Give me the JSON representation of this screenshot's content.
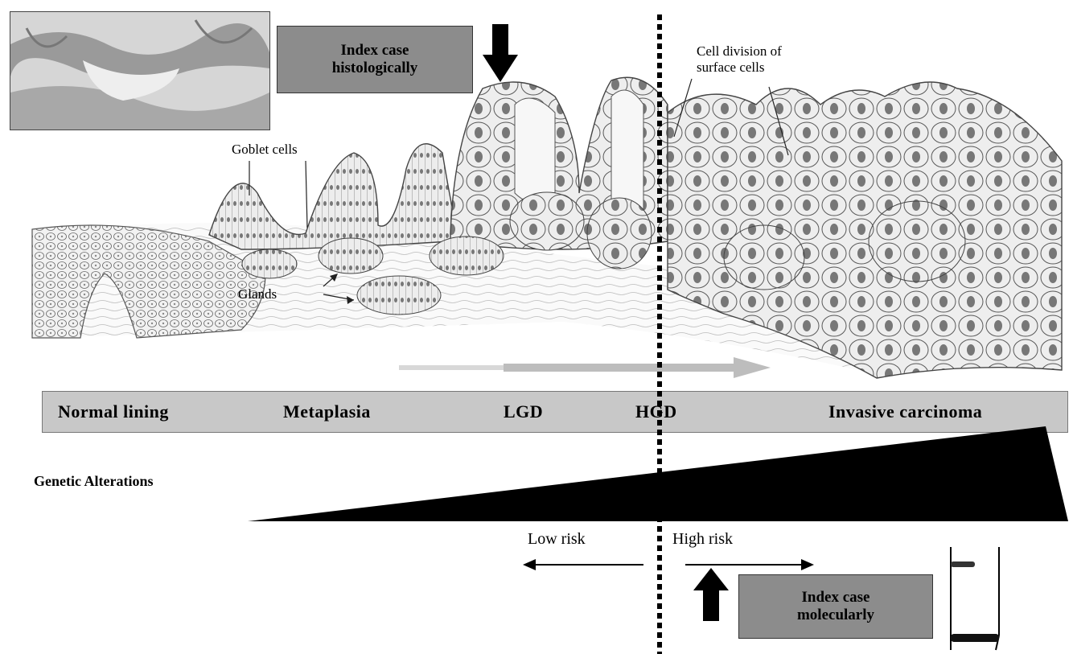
{
  "labels": {
    "index_histo": "Index case\nhistologically",
    "index_molec": "Index case\nmolecularly",
    "cell_division": "Cell division of\nsurface cells",
    "goblet": "Goblet cells",
    "glands": "Glands",
    "genetic": "Genetic Alterations",
    "low_risk": "Low risk",
    "high_risk": "High risk"
  },
  "stages": [
    "Normal lining",
    "Metaplasia",
    "LGD",
    "HGD",
    "Invasive carcinoma"
  ],
  "colors": {
    "box_fill": "#8c8c8c",
    "stage_bar": "#c8c8c8",
    "progression_arrow": "#c0c0c0",
    "wedge": "#000000"
  },
  "icons": {
    "down_arrow": "thick-down-arrow",
    "up_arrow": "thick-up-arrow"
  }
}
